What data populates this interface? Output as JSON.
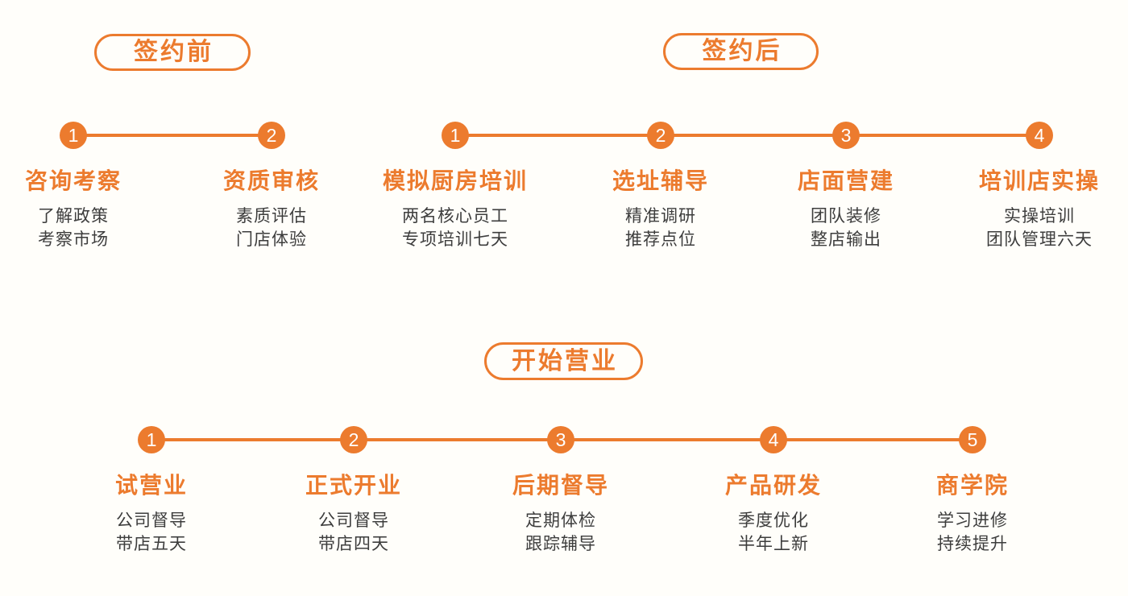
{
  "theme": {
    "accent": "#EC7B2E",
    "text": "#3D3D3D",
    "badge_text": "#FFFFFF",
    "background": "#FFFEFA"
  },
  "sections": [
    {
      "label": "签约前",
      "steps": [
        {
          "num": "1",
          "title": "咨询考察",
          "lines": [
            "了解政策",
            "考察市场"
          ]
        },
        {
          "num": "2",
          "title": "资质审核",
          "lines": [
            "素质评估",
            "门店体验"
          ]
        }
      ]
    },
    {
      "label": "签约后",
      "steps": [
        {
          "num": "1",
          "title": "模拟厨房培训",
          "lines": [
            "两名核心员工",
            "专项培训七天"
          ]
        },
        {
          "num": "2",
          "title": "选址辅导",
          "lines": [
            "精准调研",
            "推荐点位"
          ]
        },
        {
          "num": "3",
          "title": "店面营建",
          "lines": [
            "团队装修",
            "整店输出"
          ]
        },
        {
          "num": "4",
          "title": "培训店实操",
          "lines": [
            "实操培训",
            "团队管理六天"
          ]
        }
      ]
    },
    {
      "label": "开始营业",
      "steps": [
        {
          "num": "1",
          "title": "试营业",
          "lines": [
            "公司督导",
            "带店五天"
          ]
        },
        {
          "num": "2",
          "title": "正式开业",
          "lines": [
            "公司督导",
            "带店四天"
          ]
        },
        {
          "num": "3",
          "title": "后期督导",
          "lines": [
            "定期体检",
            "跟踪辅导"
          ]
        },
        {
          "num": "4",
          "title": "产品研发",
          "lines": [
            "季度优化",
            "半年上新"
          ]
        },
        {
          "num": "5",
          "title": "商学院",
          "lines": [
            "学习进修",
            "持续提升"
          ]
        }
      ]
    }
  ]
}
